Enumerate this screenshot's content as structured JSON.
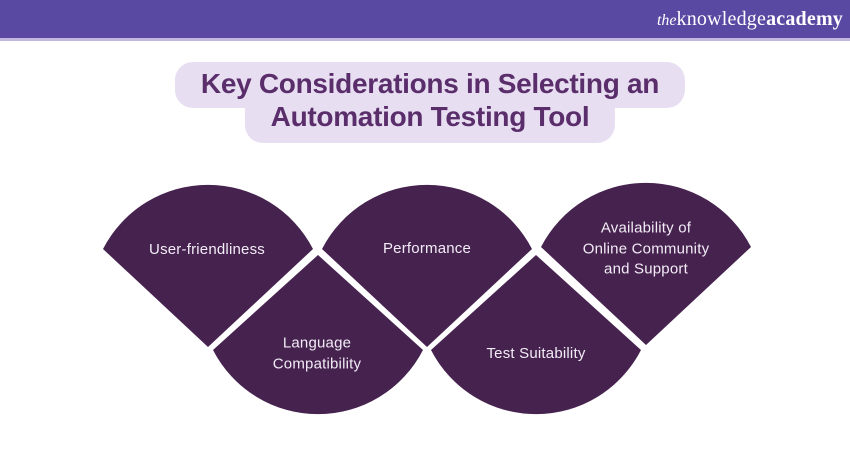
{
  "header": {
    "bar_color": "#5a49a2",
    "accent_line_color": "#c2b8df",
    "logo": {
      "prefix": "the",
      "word1": "knowledge",
      "word2": "academy"
    }
  },
  "title": {
    "line1": "Key Considerations in Selecting an",
    "line2": "Automation Testing Tool",
    "text_color": "#5a2d6b",
    "pill_color": "#e8def2"
  },
  "diagram": {
    "shape_color": "#46224f",
    "label_color": "#f2ecf6",
    "items": [
      {
        "id": "user-friendliness",
        "lines": [
          "User-friendliness"
        ]
      },
      {
        "id": "performance",
        "lines": [
          "Performance"
        ]
      },
      {
        "id": "availability-of-online-community-and-support",
        "lines": [
          "Availability of",
          "Online Community",
          "and Support"
        ]
      },
      {
        "id": "language-compatibility",
        "lines": [
          "Language",
          "Compatibility"
        ]
      },
      {
        "id": "test-suitability",
        "lines": [
          "Test Suitability"
        ]
      }
    ]
  }
}
